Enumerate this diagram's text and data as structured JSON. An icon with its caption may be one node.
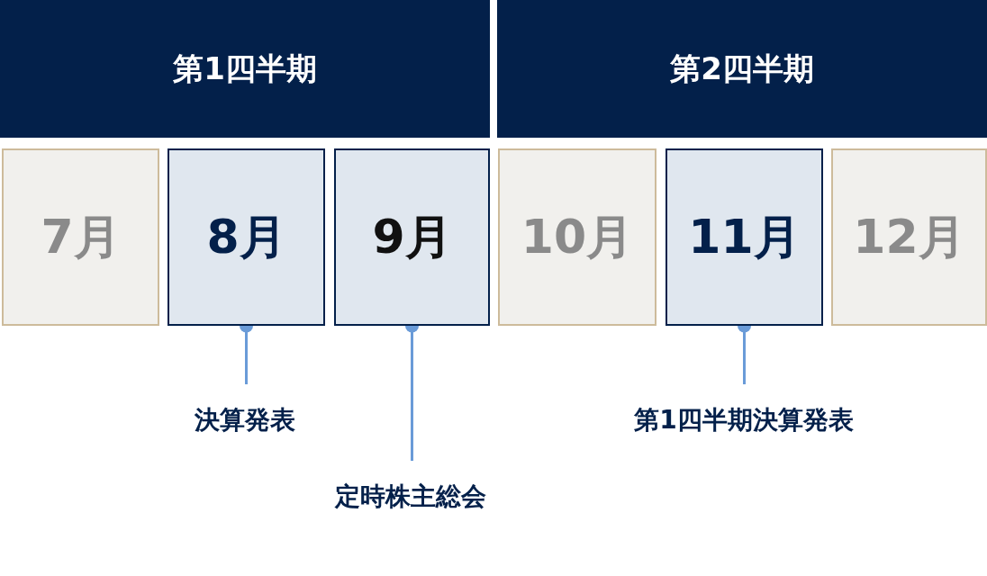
{
  "diagram": {
    "nodes": [
      {
        "text": [
          "第1四半期"
        ]
      },
      {
        "text": [
          "第2四半期"
        ]
      },
      {
        "text": [
          "7月"
        ]
      },
      {
        "text": [
          "8月"
        ]
      },
      {
        "text": [
          "9月"
        ]
      },
      {
        "text": [
          "10月"
        ]
      },
      {
        "text": [
          "11月"
        ]
      },
      {
        "text": [
          "12月"
        ]
      },
      {
        "text": [
          "決算発表"
        ]
      },
      {
        "text": [
          "定時株主総会"
        ]
      },
      {
        "text": [
          "第1四半期決算発表"
        ]
      }
    ],
    "edges": [
      {
        "from": 8,
        "to": 3,
        "arrow": "other"
      },
      {
        "from": 9,
        "to": 4,
        "arrow": "other"
      },
      {
        "from": 10,
        "to": 6,
        "arrow": "other"
      }
    ]
  }
}
